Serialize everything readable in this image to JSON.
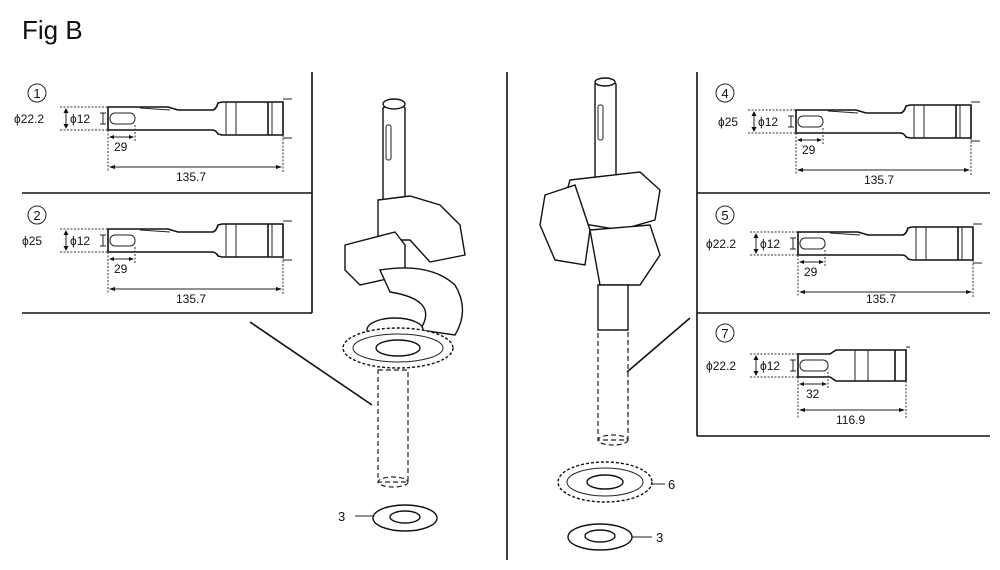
{
  "figure_title": "Fig B",
  "panels": [
    {
      "id": "1",
      "outer_dia": "ϕ22.2",
      "inner_dia": "ϕ12",
      "slot_len": "29",
      "total_len": "135.7"
    },
    {
      "id": "2",
      "outer_dia": "ϕ25",
      "inner_dia": "ϕ12",
      "slot_len": "29",
      "total_len": "135.7"
    },
    {
      "id": "4",
      "outer_dia": "ϕ25",
      "inner_dia": "ϕ12",
      "slot_len": "29",
      "total_len": "135.7"
    },
    {
      "id": "5",
      "outer_dia": "ϕ22.2",
      "inner_dia": "ϕ12",
      "slot_len": "29",
      "total_len": "135.7"
    },
    {
      "id": "7",
      "outer_dia": "ϕ22.2",
      "inner_dia": "ϕ12",
      "slot_len": "32",
      "total_len": "116.9"
    }
  ],
  "callouts": {
    "left_washer": "3",
    "right_gear": "6",
    "right_washer": "3"
  }
}
